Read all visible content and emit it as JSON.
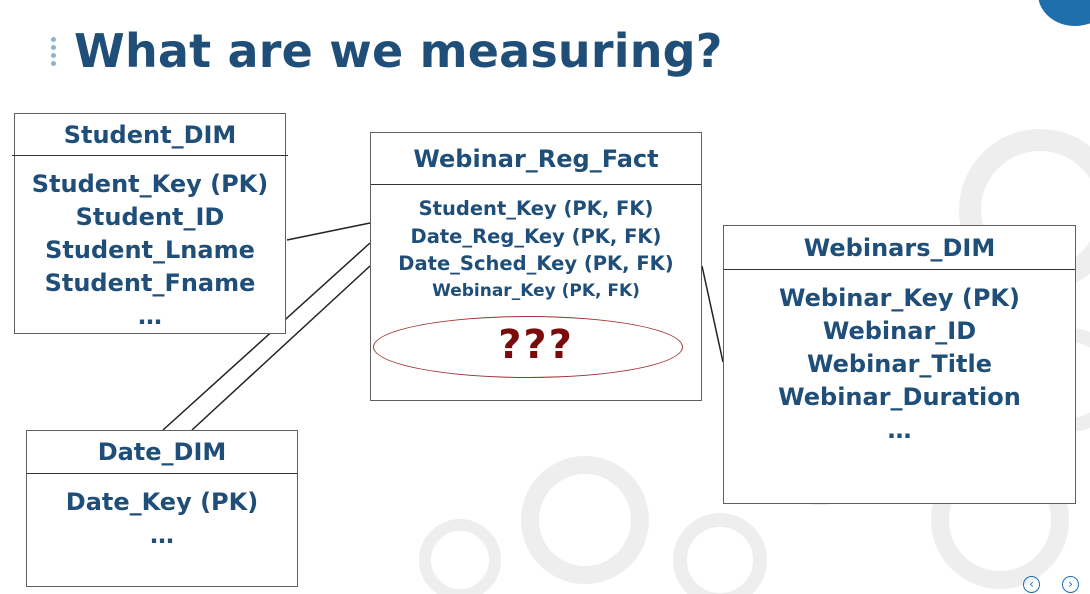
{
  "slide": {
    "title": "What are we measuring?"
  },
  "entities": {
    "student_dim": {
      "name": "Student_DIM",
      "fields": [
        "Student_Key (PK)",
        "Student_ID",
        "Student_Lname",
        "Student_Fname",
        "…"
      ]
    },
    "webinar_reg_fact": {
      "name": "Webinar_Reg_Fact",
      "fields": [
        "Student_Key (PK, FK)",
        "Date_Reg_Key (PK, FK)",
        "Date_Sched_Key (PK, FK)",
        "Webinar_Key (PK, FK)"
      ],
      "measure": "???"
    },
    "webinars_dim": {
      "name": "Webinars_DIM",
      "fields": [
        "Webinar_Key (PK)",
        "Webinar_ID",
        "Webinar_Title",
        "Webinar_Duration",
        "…"
      ]
    },
    "date_dim": {
      "name": "Date_DIM",
      "fields": [
        "Date_Key (PK)",
        "…"
      ]
    }
  },
  "nav": {
    "prev_icon": "chevron-left-circle-icon",
    "next_icon": "chevron-right-circle-icon"
  },
  "colors": {
    "title": "#1f4e79",
    "entity_text": "#1f4e79",
    "measure_text": "#7b0a0a",
    "measure_ellipse": "#a03030",
    "accent": "#1f6fad"
  }
}
